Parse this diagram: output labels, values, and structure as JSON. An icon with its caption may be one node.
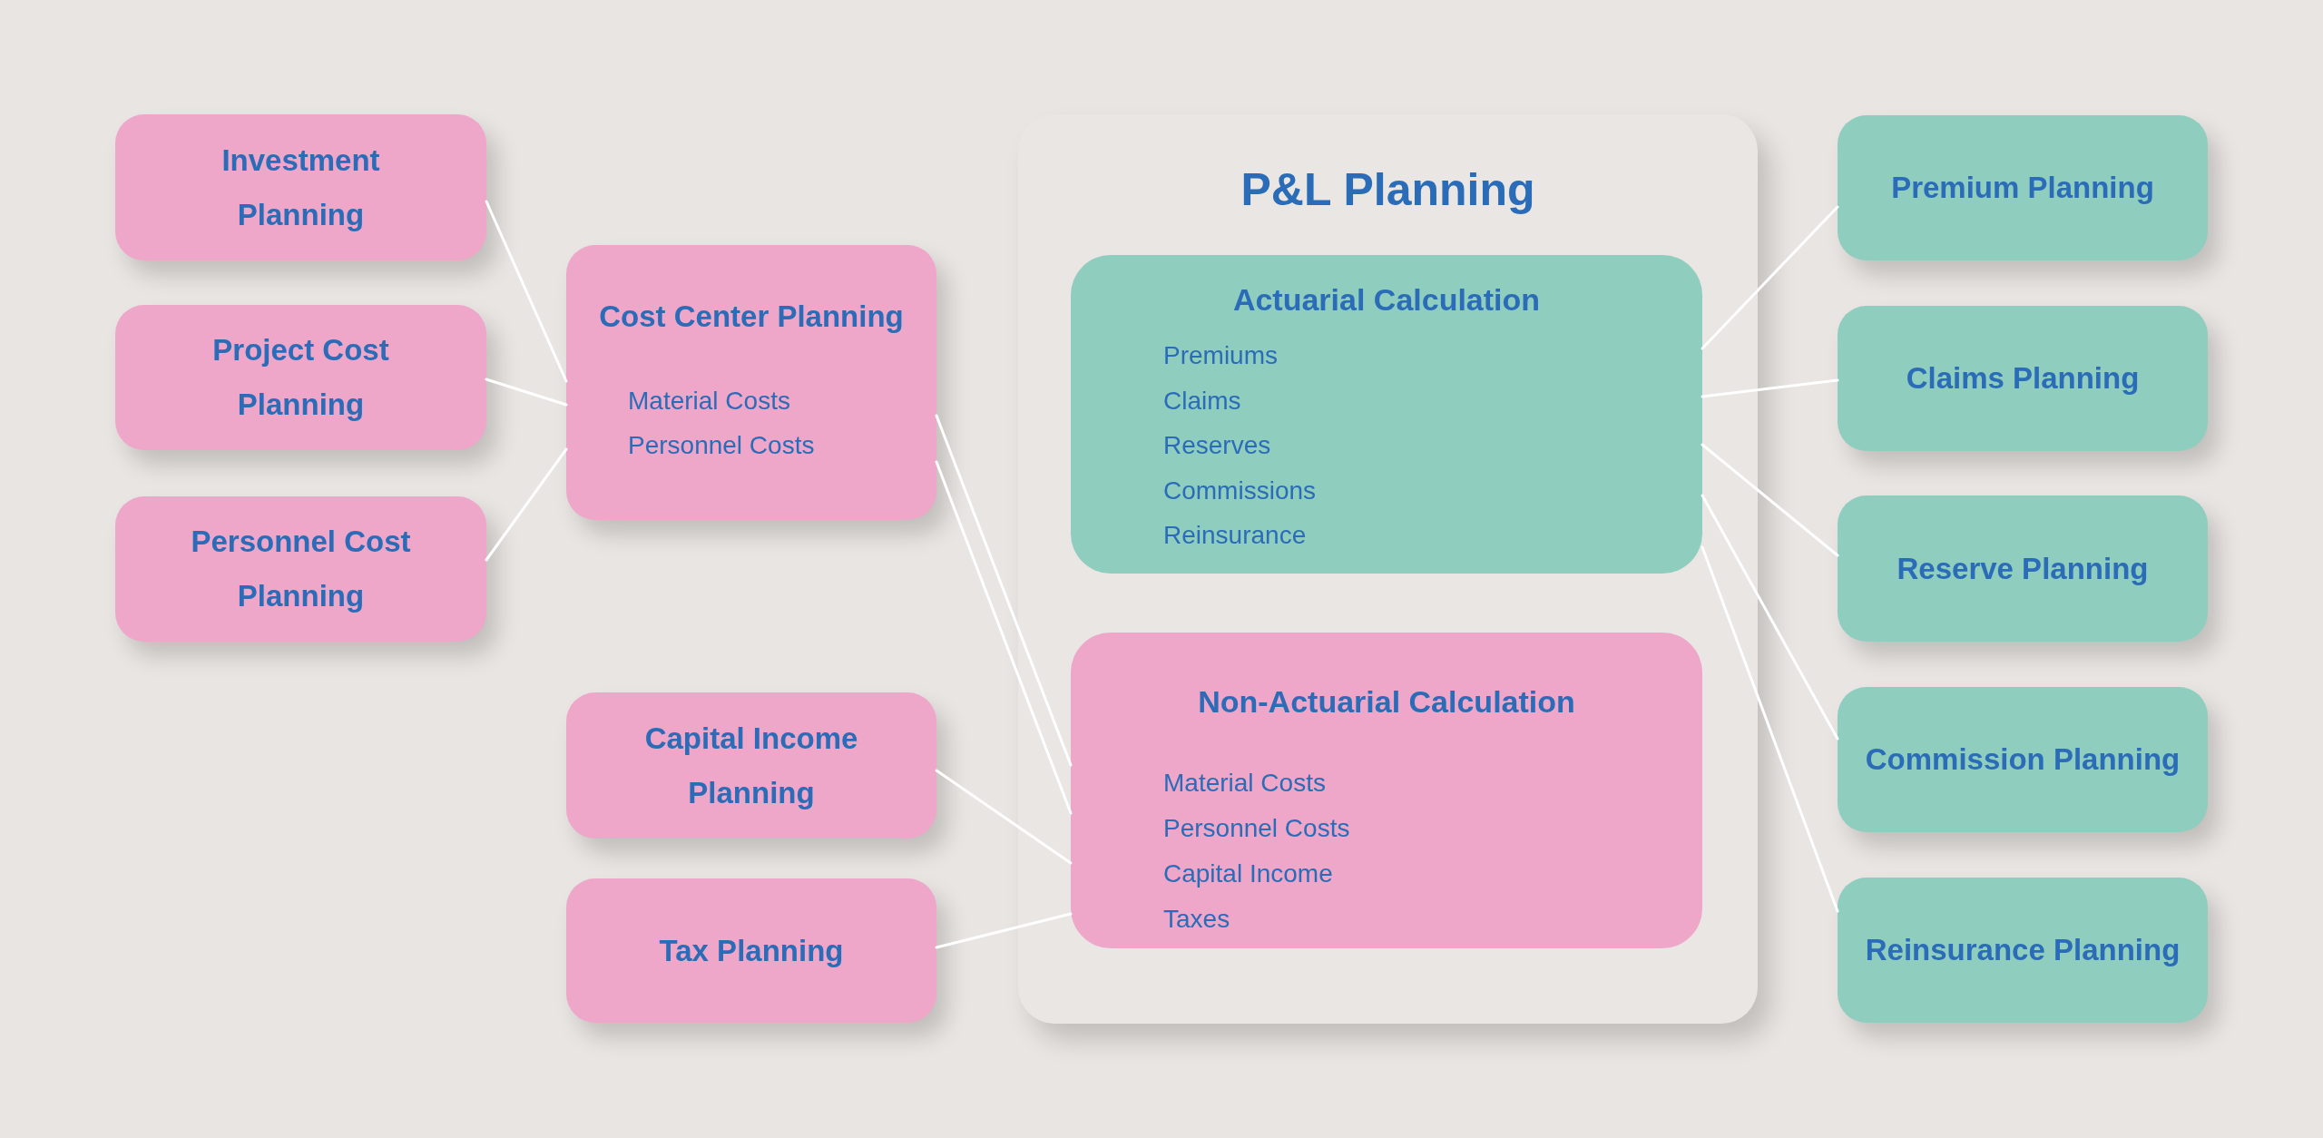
{
  "diagram": {
    "nodes": [
      {
        "text": [
          "Investment Planning"
        ]
      },
      {
        "text": [
          "Project Cost Planning"
        ]
      },
      {
        "text": [
          "Personnel Cost Planning"
        ]
      },
      {
        "text": [
          "Cost Center Planning",
          "Material Costs",
          "Personnel Costs"
        ]
      },
      {
        "text": [
          "Capital Income Planning"
        ]
      },
      {
        "text": [
          "Tax Planning"
        ]
      },
      {
        "text": [
          "P&L Planning"
        ]
      },
      {
        "text": [
          "Actuarial Calculation",
          "Premiums",
          "Claims",
          "Reserves",
          "Commissions",
          "Reinsurance"
        ],
        "in": 6
      },
      {
        "text": [
          "Non-Actuarial Calculation",
          "Material Costs",
          "Personnel Costs",
          "Capital Income",
          "Taxes"
        ],
        "in": 6
      },
      {
        "text": [
          "Premium Planning"
        ]
      },
      {
        "text": [
          "Claims Planning"
        ]
      },
      {
        "text": [
          "Reserve Planning"
        ]
      },
      {
        "text": [
          "Commission Planning"
        ]
      },
      {
        "text": [
          "Reinsurance Planning"
        ]
      }
    ],
    "edges": [
      {
        "from": 0,
        "to": 3,
        "arrow": "none"
      },
      {
        "from": 1,
        "to": 3,
        "arrow": "none"
      },
      {
        "from": 2,
        "to": 3,
        "arrow": "none"
      },
      {
        "from": 3,
        "to": 8,
        "arrow": "none"
      },
      {
        "from": 3,
        "to": 8,
        "arrow": "none"
      },
      {
        "from": 4,
        "to": 8,
        "arrow": "none"
      },
      {
        "from": 5,
        "to": 8,
        "arrow": "none"
      },
      {
        "from": 9,
        "to": 7,
        "arrow": "none"
      },
      {
        "from": 10,
        "to": 7,
        "arrow": "none"
      },
      {
        "from": 11,
        "to": 7,
        "arrow": "none"
      },
      {
        "from": 12,
        "to": 7,
        "arrow": "none"
      },
      {
        "from": 13,
        "to": 7,
        "arrow": "none"
      }
    ]
  }
}
